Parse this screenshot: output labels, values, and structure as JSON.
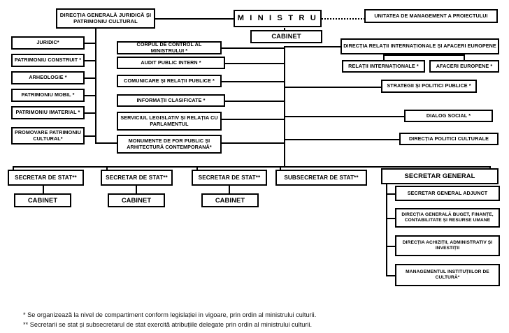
{
  "document": {
    "title": "Organigrama Ministerului Culturii",
    "language": "ro"
  },
  "nodes": {
    "ministru": "M I N I S T R U",
    "cabinet_ministru": "CABINET",
    "unitatea_management": "UNITATEA DE MANAGEMENT A PROIECTULUI",
    "directia_generala_juridica": "DIRECȚIA GENERALĂ JURIDICĂ ȘI PATRIMONIU CULTURAL",
    "left_column": [
      "JURIDIC*",
      "PATRIMONIU  CONSTRUIT *",
      "ARHEOLOGIE *",
      "PATRIMONIU MOBIL *",
      "PATRIMONIU  IMATERIAL *",
      "PROMOVARE PATRIMONIU CULTURAL*"
    ],
    "center_column": [
      "CORPUL DE  CONTROL AL MINISTRULUI *",
      "AUDIT PUBLIC INTERN *",
      "COMUNICARE ȘI RELAȚII PUBLICE *",
      "INFORMAȚII CLASIFICATE *",
      "SERVICIUL LEGISLATIV ȘI RELAȚIA  CU PARLAMENTUL",
      "MONUMENTE DE FOR PUBLIC ȘI ARHITECTURĂ CONTEMPORANĂ*"
    ],
    "right_column": {
      "directia_relatii": "DIRECȚIA RELAȚII INTERNAȚIONALE ȘI AFACERI EUROPENE",
      "relatii_internationale": "RELAȚII  INTERNAȚIONALE *",
      "afaceri_europene": "AFACERI EUROPENE *",
      "strategii_politici": "STRATEGII ȘI POLITICI PUBLICE *",
      "dialog_social": "DIALOG SOCIAL *",
      "directia_politici_culturale": "DIRECȚIA POLITICI CULTURALE"
    },
    "secretary_row": [
      {
        "title": "SECRETAR DE STAT**",
        "cabinet": "CABINET"
      },
      {
        "title": "SECRETAR DE STAT**",
        "cabinet": "CABINET"
      },
      {
        "title": "SECRETAR DE STAT**",
        "cabinet": "CABINET"
      },
      {
        "title": "SUBSECRETAR DE STAT**",
        "cabinet": null
      },
      {
        "title": "SECRETAR GENERAL",
        "cabinet": null
      }
    ],
    "secretar_general_children": [
      "SECRETAR GENERAL ADJUNCT",
      "DIRECȚIA  GENERALĂ BUGET, FINANȚE, CONTABILITATE  ȘI RESURSE UMANE",
      "DIRECȚIA ACHIZIȚII, ADMINISTRATIV ȘI INVESTIȚII",
      "MANAGEMENTUL INSTITUȚIILOR DE CULTURĂ*"
    ]
  },
  "footnotes": [
    "* Se organizează la nivel de compartiment conform legislației in vigoare, prin ordin al ministrului culturii.",
    "** Secretarii se stat și subsecretarul de stat exercită atribuțiile delegate prin ordin al ministrului culturii."
  ],
  "colors": {
    "line": "#000000",
    "box_border": "#000000",
    "box_fill": "#ffffff",
    "text": "#000000",
    "background": "#ffffff"
  }
}
